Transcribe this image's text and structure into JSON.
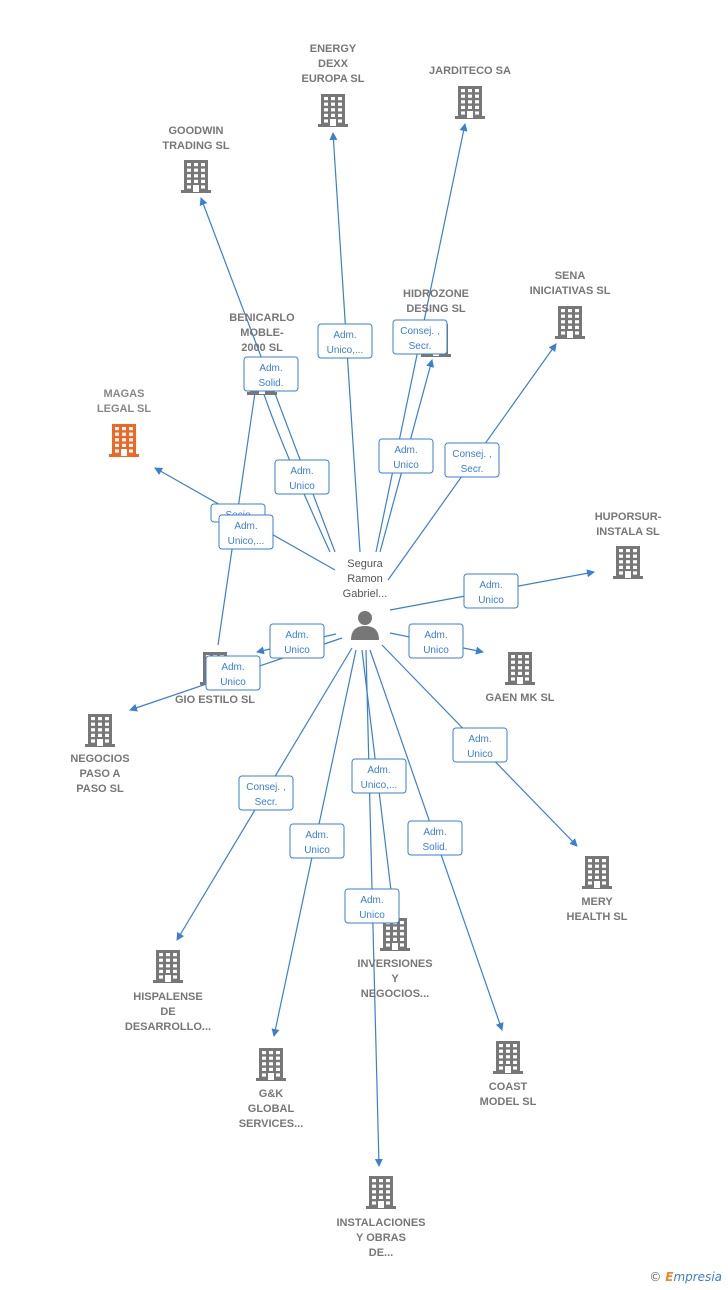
{
  "center": {
    "name": [
      "Segura",
      "Ramon",
      "Gabriel..."
    ]
  },
  "companies": [
    {
      "id": "energy",
      "name": [
        "ENERGY",
        "DEXX",
        "EUROPA  SL"
      ],
      "color": "#777777"
    },
    {
      "id": "jarditeco",
      "name": [
        "JARDITECO SA"
      ],
      "color": "#777777"
    },
    {
      "id": "goodwin",
      "name": [
        "GOODWIN",
        "TRADING SL"
      ],
      "color": "#777777"
    },
    {
      "id": "benicarlo",
      "name": [
        "BENICARLO",
        "MOBLE-",
        "2000 SL"
      ],
      "color": "#777777"
    },
    {
      "id": "hidrozone",
      "name": [
        "HIDROZONE",
        "DESING  SL"
      ],
      "color": "#777777"
    },
    {
      "id": "sena",
      "name": [
        "SENA",
        "INICIATIVAS SL"
      ],
      "color": "#777777"
    },
    {
      "id": "magas",
      "name": [
        "MAGAS",
        "LEGAL  SL"
      ],
      "color": "#f26522"
    },
    {
      "id": "hupor",
      "name": [
        "HUPORSUR-",
        "INSTALA SL"
      ],
      "color": "#777777"
    },
    {
      "id": "gio",
      "name": [
        "GIO ESTILO SL"
      ],
      "color": "#777777"
    },
    {
      "id": "gaen",
      "name": [
        "GAEN MK  SL"
      ],
      "color": "#777777"
    },
    {
      "id": "negocios",
      "name": [
        "NEGOCIOS",
        "PASO A",
        "PASO SL"
      ],
      "color": "#777777"
    },
    {
      "id": "mery",
      "name": [
        "MERY",
        "HEALTH  SL"
      ],
      "color": "#777777"
    },
    {
      "id": "inversiones",
      "name": [
        "INVERSIONES",
        "Y",
        "NEGOCIOS..."
      ],
      "color": "#777777"
    },
    {
      "id": "hispalense",
      "name": [
        "HISPALENSE",
        "DE",
        "DESARROLLO..."
      ],
      "color": "#777777"
    },
    {
      "id": "gk",
      "name": [
        "G&K",
        "GLOBAL",
        "SERVICES..."
      ],
      "color": "#777777"
    },
    {
      "id": "coast",
      "name": [
        "COAST",
        "MODEL  SL"
      ],
      "color": "#777777"
    },
    {
      "id": "instalaciones",
      "name": [
        "INSTALACIONES",
        "Y OBRAS",
        "DE..."
      ],
      "color": "#777777"
    }
  ],
  "relations": [
    {
      "to": "energy",
      "label": [
        "Adm.",
        "Unico,..."
      ]
    },
    {
      "to": "jarditeco",
      "label": [
        "Consej. ,",
        "Secr."
      ]
    },
    {
      "to": "hidrozone",
      "label": [
        "Adm.",
        "Unico"
      ]
    },
    {
      "to": "benicarlo",
      "label": [
        "Adm.",
        "Solid."
      ]
    },
    {
      "to": "goodwin",
      "label": [
        "Adm.",
        "Unico"
      ]
    },
    {
      "to": "sena",
      "label": [
        "Consej. ,",
        "Secr."
      ]
    },
    {
      "to": "magas",
      "label": [
        "Socio"
      ]
    },
    {
      "to": "benicarlo",
      "label": [
        "Adm.",
        "Unico,..."
      ]
    },
    {
      "to": "hupor",
      "label": [
        "Adm.",
        "Unico"
      ]
    },
    {
      "to": "gio",
      "label": [
        "Adm.",
        "Unico"
      ]
    },
    {
      "to": "negocios",
      "label": [
        "Adm.",
        "Unico"
      ]
    },
    {
      "to": "gaen",
      "label": [
        "Adm.",
        "Unico"
      ]
    },
    {
      "to": "mery",
      "label": [
        "Adm.",
        "Unico"
      ]
    },
    {
      "to": "hispalense",
      "label": [
        "Consej. ,",
        "Secr."
      ]
    },
    {
      "to": "inversiones",
      "label": [
        "Adm.",
        "Unico,..."
      ]
    },
    {
      "to": "gk",
      "label": [
        "Adm.",
        "Unico"
      ]
    },
    {
      "to": "coast",
      "label": [
        "Adm.",
        "Solid."
      ]
    },
    {
      "to": "instalaciones",
      "label": [
        "Adm.",
        "Unico"
      ]
    }
  ],
  "colors": {
    "edge": "#3a7fd5",
    "building": "#777777",
    "highlight": "#f26522",
    "person": "#777777"
  },
  "footer": {
    "copyright": "©",
    "brand_first": "E",
    "brand_rest": "mpresia"
  }
}
